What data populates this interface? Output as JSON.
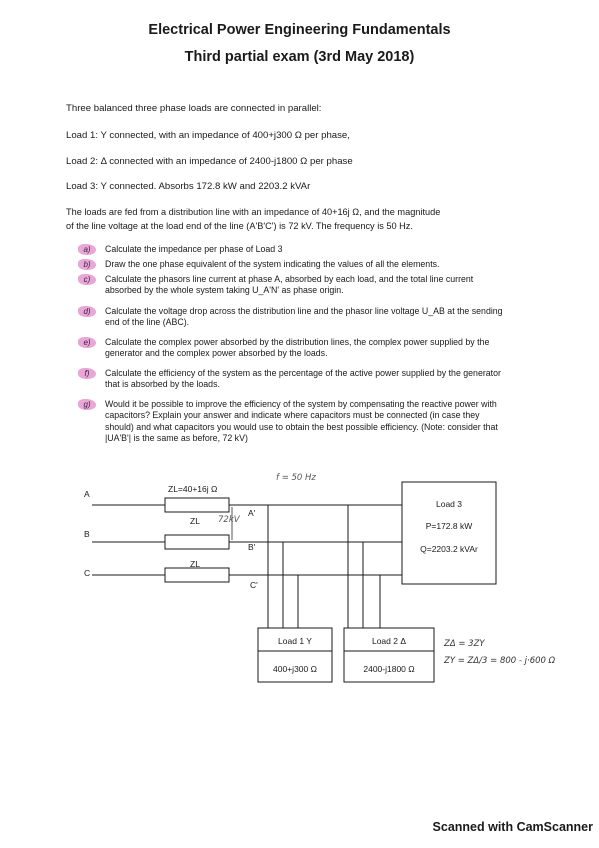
{
  "header": {
    "title": "Electrical Power Engineering Fundamentals",
    "subtitle": "Third partial exam (3rd May 2018)"
  },
  "intro": {
    "line1": "Three balanced three phase loads are connected in parallel:",
    "load1": "Load 1: Y connected, with an impedance of 400+j300 Ω per phase,",
    "load2": "Load 2: Δ connected with an impedance of 2400-j1800 Ω per phase",
    "load3": "Load 3: Y connected. Absorbs 172.8 kW and 2203.2 kVAr",
    "feed1": "The loads are fed from a distribution line with an impedance of 40+16j Ω, and the magnitude",
    "feed2": "of the line voltage at the load end of the line (A'B'C') is 72 kV. The frequency is 50 Hz."
  },
  "questions": [
    {
      "mark": "a)",
      "text": "Calculate the impedance per phase of Load 3"
    },
    {
      "mark": "b)",
      "text": "Draw the one phase equivalent of the system indicating the values of all the elements."
    },
    {
      "mark": "c)",
      "text": "Calculate the phasors line current at phase A, absorbed by each load, and the total line current absorbed by the whole system taking U_A'N' as phase origin."
    },
    {
      "mark": "d)",
      "text": "Calculate the voltage drop across the distribution line and the phasor line voltage U_AB at the sending end of the line (ABC)."
    },
    {
      "mark": "e)",
      "text": "Calculate the complex power absorbed by the distribution lines, the complex power supplied by the generator and the complex power absorbed by the loads."
    },
    {
      "mark": "f)",
      "text": "Calculate the efficiency of the system as the percentage of the active power supplied by the generator that is absorbed by the loads."
    },
    {
      "mark": "g)",
      "text": "Would it be possible to improve the efficiency of the system by compensating the reactive power with capacitors? Explain your answer and indicate where capacitors must be connected (in case they should) and what capacitors you would use to obtain the best possible efficiency. (Note: consider that |UA'B'| is the same as before, 72 kV)"
    }
  ],
  "circuit": {
    "nodes": {
      "a": "A",
      "b": "B",
      "c": "C",
      "ap": "A'",
      "bp": "B'",
      "cp": "C'"
    },
    "zl_top": "ZL=40+16j Ω",
    "zl": "ZL",
    "freq_note": "f = 50 Hz",
    "volt_note": "72kV",
    "load3": {
      "name": "Load 3",
      "p": "P=172.8 kW",
      "q": "Q=2203.2 kVAr"
    },
    "load1": {
      "name": "Load 1 Y",
      "z": "400+j300 Ω"
    },
    "load2": {
      "name": "Load 2 Δ",
      "z": "2400-j1800 Ω"
    }
  },
  "handwritten": {
    "line1": "ZΔ = 3ZY",
    "line2": "ZY = ZΔ/3 = 800 - j·600 Ω"
  },
  "footer": "Scanned with CamScanner",
  "colors": {
    "highlight": "#e9a7d6",
    "ink": "#1a1a1a",
    "pencil": "#555555"
  }
}
